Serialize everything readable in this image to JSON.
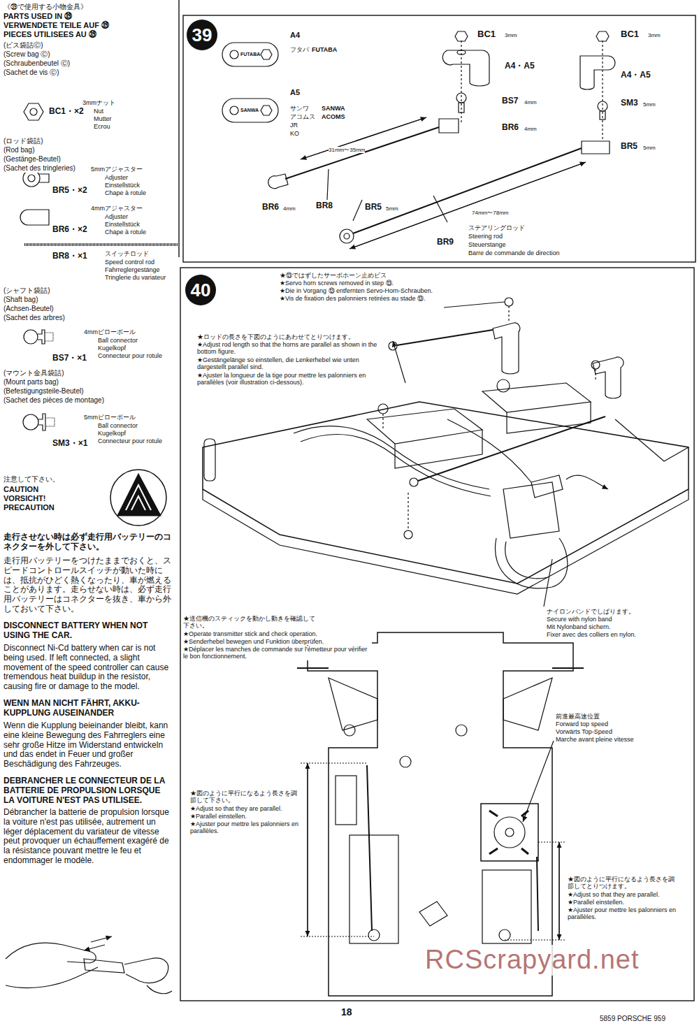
{
  "diagram": {
    "nodes": [
      {
        "text": [
          "39"
        ]
      },
      {
        "text": [
          "40"
        ]
      }
    ],
    "labels": [
      "《㊴で使用する小物金具》",
      "PARTS USED IN ㊴",
      "VERWENDETE TEILE AUF ㊴",
      "PIECES UTILISEES AU ㊴",
      "(ビス袋詰Ⓒ)",
      "(Screw bag Ⓒ)",
      "(Schraubenbeutel Ⓒ)",
      "(Sachet de vis Ⓒ)",
      "BC1・×2",
      "3mmナット",
      "Nut",
      "Mutter",
      "Ecrou",
      "(ロッド袋詰)",
      "(Rod bag)",
      "(Gestänge-Beutel)",
      "(Sachet des tringleries)",
      "5mmアジャスター",
      "Adjuster",
      "Einstellstück",
      "Chape à rotule",
      "BR5・×2",
      "4mmアジャスター",
      "Adjuster",
      "Einstellstück",
      "Chape à rotule",
      "BR6・×2",
      "BR8・×1",
      "スイッチロッド",
      "Speed control rod",
      "Fahrreglergestänge",
      "Tringlerie du variateur",
      "(シャフト袋詰)",
      "(Shaft bag)",
      "(Achsen-Beutel)",
      "(Sachet des arbres)",
      "4mmピローボール",
      "Ball connector",
      "Kugelkopf",
      "Connecteur pour rotule",
      "BS7・×1",
      "(マウント金具袋詰)",
      "(Mount parts bag)",
      "(Befestigungsteile-Beutel)",
      "(Sachet des pièces de montage)",
      "5mmピローボール",
      "Ball connector",
      "Kugelkopf",
      "Connecteur pour rotule",
      "SM3・×1",
      "注意して下さい。",
      "CAUTION",
      "VORSICHT!",
      "PRECAUTION",
      "走行させない時は必ず走行用バッテリーのコネクターを外して下さい。",
      "走行用バッテリーをつけたままでおくと、スピードコントロールスイッチが動いた時には、抵抗がひどく熱くなったり、車が燃えることがあります。走らせない時は、必ず走行用バッテリーはコネクターを抜き、車から外しておいて下さい。",
      "DISCONNECT BATTERY WHEN NOT USING THE CAR.",
      "Disconnect Ni-Cd battery when car is not being used. If left connected, a slight movement of the speed controller can cause tremendous heat buildup in the resistor, causing fire or damage to the model.",
      "WENN MAN NICHT FÄHRT, AKKU-KUPPLUNG AUSEINANDER",
      "Wenn die Kupplung beieinander bleibt, kann eine kleine Bewegung des Fahrreglers eine sehr große Hitze im Widerstand entwickeln und das endet in Feuer und großer Beschädigung des Fahrzeuges.",
      "DEBRANCHER LE CONNECTEUR DE LA BATTERIE DE PROPULSION LORSQUE LA VOITURE N'EST PAS UTILISEE.",
      "Débrancher la batterie de propulsion lorsque la voiture n'est pas utilisée, autrement un léger déplacement du variateur de vitesse peut provoquer un échauffement exagéré de la résistance pouvant mettre le feu et endommager le modèle.",
      "A4",
      "フタバ",
      "FUTABA",
      "A5",
      "サンワ",
      "アコムス",
      "JR",
      "KO",
      "SANWA",
      "ACOMS",
      "FUTABA",
      "SANWA",
      "BC1",
      "3mm",
      "A4・A5",
      "BS7",
      "4mm",
      "BR6",
      "4mm",
      "BR6",
      "4mm",
      "31mm〜35mm",
      "BR8",
      "BR5",
      "5mm",
      "BC1",
      "3mm",
      "A4・A5",
      "SM3",
      "5mm",
      "BR5",
      "5mm",
      "74mm〜78mm",
      "BR9",
      "ステアリングロッド",
      "Steering rod",
      "Steuerstange",
      "Barre de commande de direction",
      "★⑬ではずしたサーボホーン止めビス",
      "★Servo horn screws removed in step ⑬.",
      "★Die in Vorgang ⑬ entfernten Servo-Horn-Schrauben.",
      "★Vis de fixation des palonniers retirées au stade ⑬.",
      "★ロッドの長さを下図のようにあわせてとりつけます。",
      "★Adjust rod length so that the horns are parallel as shown in the bottom figure.",
      "★Gestängelänge so einstellen, die Lenkerhebel wie unten dargestellt parallel sind.",
      "★Ajuster la longueur de la tige pour mettre les palonniers en parallèles (voir illustration ci-dessous).",
      "ナイロンバンドでしばります。",
      "Secure with nylon band",
      "Mit Nylonband sichern.",
      "Fixer avec des colliers en nylon.",
      "★送信機のスティックを動かし動きを確認して下さい。",
      "★Operate transmitter stick and check operation.",
      "★Senderhebel bewegen und Funktion überprüfen.",
      "★Déplacer les manches de commande sur l'émetteur pour vérifier le bon fonctionnement.",
      "前進最高速位置",
      "Forward top speed",
      "Vorwärts Top-Speed",
      "Marche avant pleine vitesse",
      "★図のように平行になるよう長さを調節して下さい。",
      "★Adjust so that they are parallel.",
      "★Parallel einstellen.",
      "★Ajuster pour mettre les palonniers en parallèles.",
      "★図のように平行になるよう長さを調節してとりつけます。",
      "★Adjust so that they are parallel.",
      "★Parallel einstellen.",
      "★Ajuster pour mettre les palonniers en parallèles.",
      "18",
      "5859 PORSCHE 959",
      "RCScrapyard.net"
    ]
  }
}
